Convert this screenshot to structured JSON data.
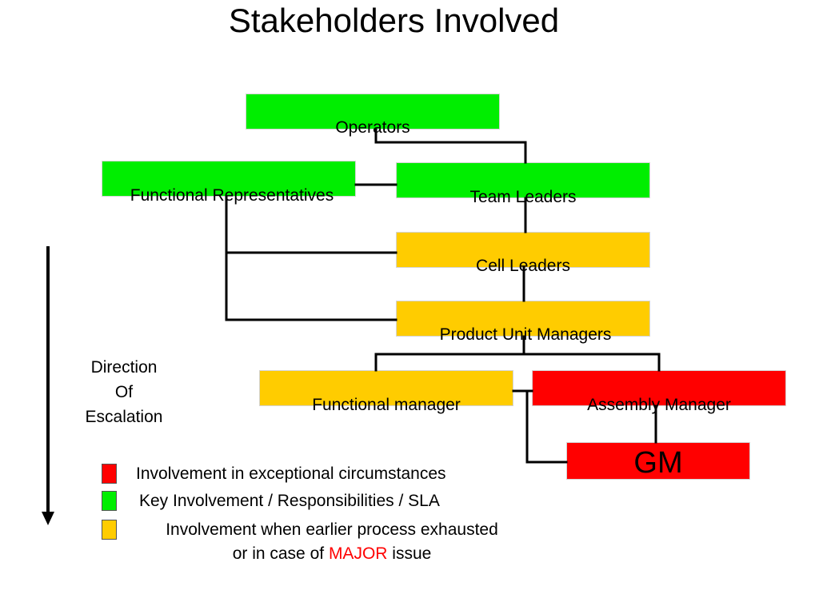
{
  "title": "Stakeholders Involved",
  "nodes": {
    "operators": "Operators",
    "functional_representatives": "Functional Representatives",
    "team_leaders": "Team Leaders",
    "cell_leaders": "Cell Leaders",
    "product_unit_managers": "Product Unit Managers",
    "functional_manager": "Functional manager",
    "assembly_manager": "Assembly Manager",
    "gm": "GM"
  },
  "direction_label": [
    "Direction",
    "Of",
    "Escalation"
  ],
  "legend": {
    "red": "Involvement in exceptional circumstances",
    "green": "Key Involvement / Responsibilities / SLA",
    "amber_line1": "Involvement when earlier process exhausted",
    "amber_line2_pre": "or in case of",
    "amber_line2_emph": "MAJOR",
    "amber_line2_post": "issue"
  },
  "colors": {
    "key_involvement": "#00ee00",
    "earlier_process_exhausted": "#ffcc00",
    "exceptional": "#ff0000",
    "major_text": "#ff0000"
  }
}
